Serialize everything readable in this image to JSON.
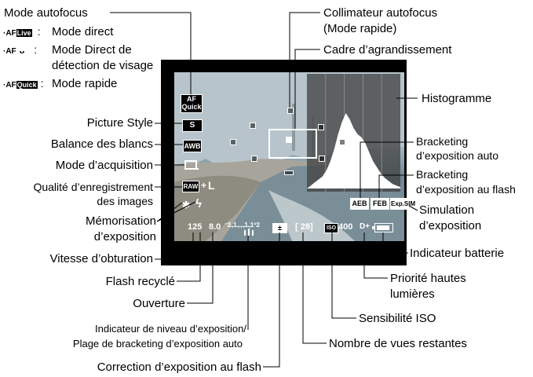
{
  "labels": {
    "mode_af": "Mode autofocus",
    "af_live_code": "·AF",
    "af_live_badge": "Live",
    "af_live_sep": ":",
    "af_live_text": "Mode direct",
    "af_face_code": "·AF",
    "af_face_sym": "ᴗ",
    "af_face_sep": ":",
    "af_face_text1": "Mode Direct de",
    "af_face_text2": "détection de visage",
    "af_quick_code": "·AF",
    "af_quick_badge": "Quick",
    "af_quick_sep": ":",
    "af_quick_text": "Mode rapide",
    "picture_style": "Picture Style",
    "wb": "Balance des blancs",
    "drive": "Mode d’acquisition",
    "quality1": "Qualité d’enregistrement",
    "quality2": "des images",
    "ae_lock1": "Mémorisation",
    "ae_lock2": "d’exposition",
    "shutter": "Vitesse d’obturation",
    "flash_ready": "Flash recyclé",
    "aperture": "Ouverture",
    "exp_level1": "Indicateur de niveau d’exposition/",
    "exp_level2": "Plage de bracketing d’exposition auto",
    "flash_comp": "Correction d’exposition au flash",
    "af_point1": "Collimateur autofocus",
    "af_point2": "(Mode rapide)",
    "magnify": "Cadre d’agrandissement",
    "histogram": "Histogramme",
    "aeb1": "Bracketing",
    "aeb2": "d’exposition auto",
    "feb1": "Bracketing",
    "feb2": "d’exposition au flash",
    "expsim1": "Simulation",
    "expsim2": "d’exposition",
    "battery": "Indicateur batterie",
    "highlight1": "Priorité hautes",
    "highlight2": "lumières",
    "iso": "Sensibilité ISO",
    "shots": "Nombre de vues restantes"
  },
  "screen": {
    "af_icon_top": "AF",
    "af_icon_bottom": "Quick",
    "ps_icon": "S",
    "wb_icon": "AWB",
    "quality_raw": "RAW",
    "quality_plus": "+",
    "quality_l": "L",
    "ae_lock": "✱",
    "flash": "ϟ",
    "shutter": "125",
    "aperture": "8.0",
    "scale": "⁻2.,1.,.,.,1.,1⁺2",
    "flash_comp": "±",
    "shots": "[ 28]",
    "iso_badge": "ISO",
    "iso": "400",
    "highlight": "D+",
    "aeb": "AEB",
    "feb": "FEB",
    "expsim": "Exp.SIM"
  },
  "chart_data": {
    "type": "area",
    "title": "",
    "series": [
      {
        "values": [
          0,
          2,
          4,
          6,
          8,
          12,
          18,
          26,
          36,
          44,
          50,
          46,
          40,
          36,
          34,
          30,
          24,
          18,
          14,
          10,
          7,
          5,
          3,
          2,
          1
        ]
      }
    ]
  }
}
